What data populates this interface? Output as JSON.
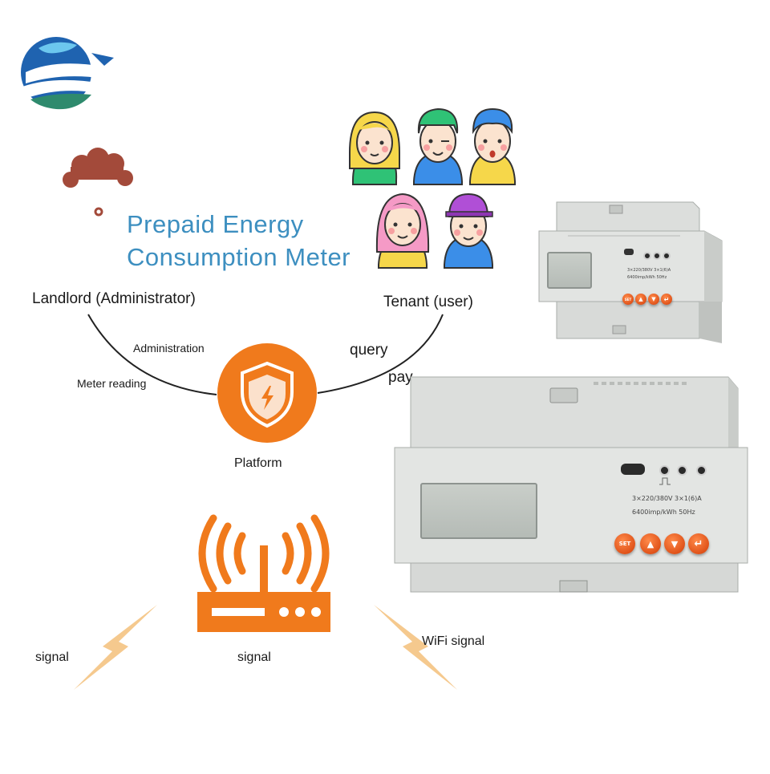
{
  "title": {
    "line1": "Prepaid Energy",
    "line2": "Consumption Meter"
  },
  "roles": {
    "landlord": "Landlord (Administrator)",
    "tenant": "Tenant (user)"
  },
  "flows": {
    "administration": "Administration",
    "meter_reading": "Meter reading",
    "query": "query",
    "pay": "pay"
  },
  "platform": {
    "label": "Platform"
  },
  "signals": {
    "left": "signal",
    "center": "signal",
    "right": "WiFi signal"
  },
  "meter_small": {
    "spec1": "3×220/380V 3×1(6)A",
    "spec2": "6400imp/kWh 50Hz",
    "set_label": "SET"
  },
  "meter_large": {
    "spec1": "3×220/380V  3×1(6)A",
    "spec2": "6400imp/kWh  50Hz",
    "set_label": "SET"
  },
  "colors": {
    "accent_orange": "#f07a1c",
    "title_blue": "#3d8fc0",
    "logo_blue": "#1f63b0",
    "cloud_red": "#a34a3a"
  },
  "icons": [
    "logo-icon",
    "cloud-icon",
    "shield-flame-icon",
    "router-icon",
    "lightning-icon",
    "avatar-icon"
  ]
}
